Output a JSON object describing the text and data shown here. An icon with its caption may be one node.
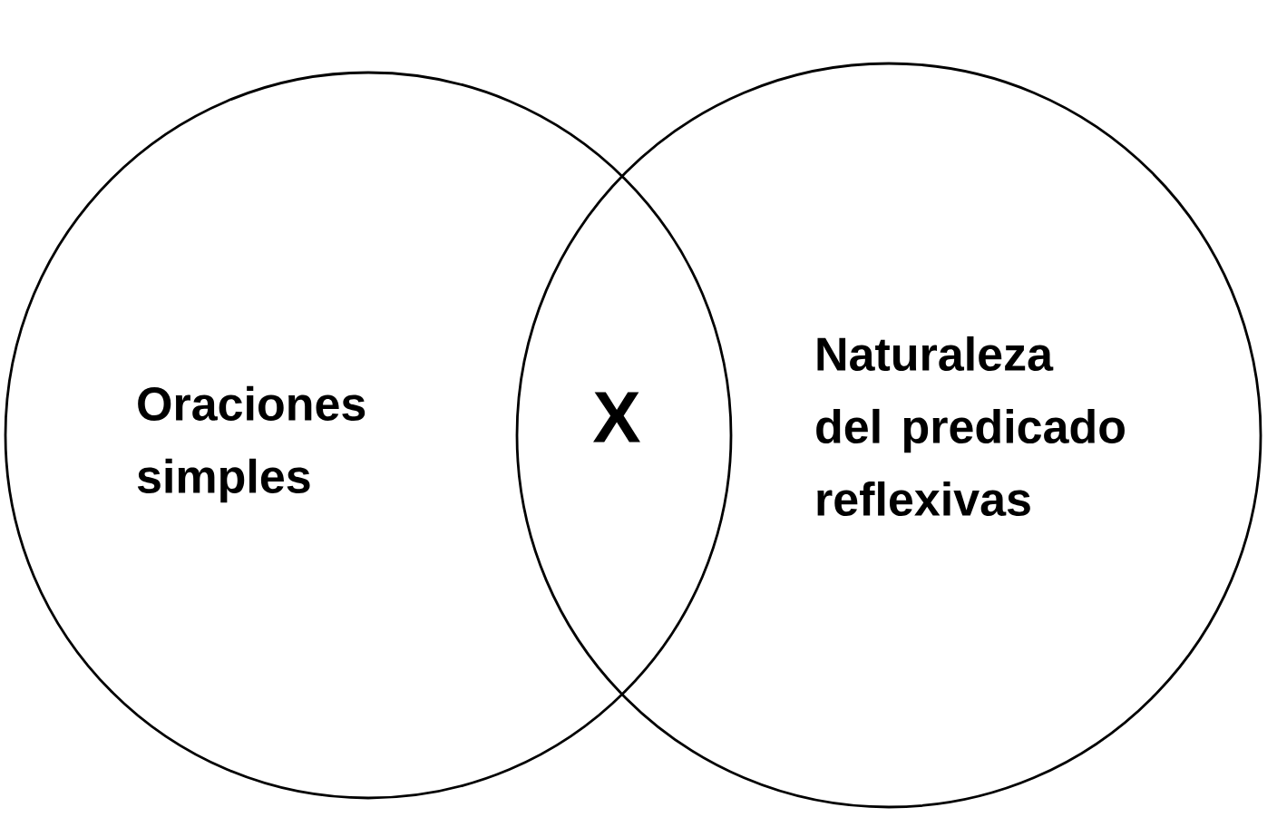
{
  "diagram": {
    "nodes": [
      {
        "text": [
          "Oraciones simples"
        ]
      },
      {
        "text": [
          "Naturaleza del predicado reflexivas"
        ]
      }
    ],
    "labels": [
      "X"
    ]
  }
}
